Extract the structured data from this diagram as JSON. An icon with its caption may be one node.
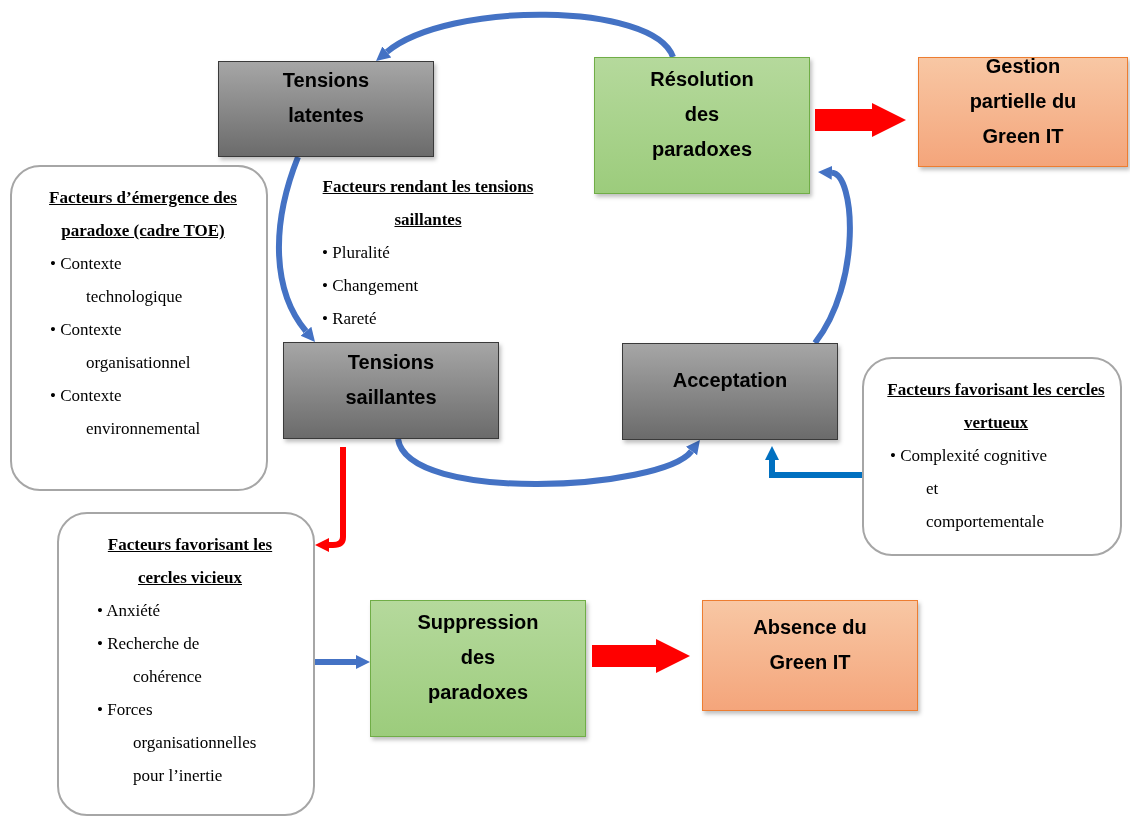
{
  "diagram": {
    "nodes": [
      {
        "text": [
          "Tensions latentes"
        ]
      },
      {
        "text": [
          "Résolution des paradoxes"
        ]
      },
      {
        "text": [
          "Gestion partielle du Green IT"
        ]
      },
      {
        "text": [
          "Facteurs d’émergence des paradoxe (cadre TOE)",
          "• Contexte technologique",
          "• Contexte organisationnel",
          "• Contexte environnemental"
        ]
      },
      {
        "text": [
          "Tensions saillantes"
        ]
      },
      {
        "text": [
          "Acceptation"
        ]
      },
      {
        "text": [
          "Facteurs favorisant les cercles vertueux",
          "• Complexité cognitive et comportementale"
        ]
      },
      {
        "text": [
          "Facteurs favorisant les cercles vicieux",
          "• Anxiété",
          "• Recherche de cohérence",
          "• Forces organisationnelles pour l’inertie"
        ]
      },
      {
        "text": [
          "Suppression des paradoxes"
        ]
      },
      {
        "text": [
          "Absence du Green IT"
        ]
      }
    ],
    "edges": [
      {
        "from": 1,
        "to": 0,
        "arrow": "to"
      },
      {
        "from": 0,
        "to": 4,
        "arrow": "to"
      },
      {
        "from": 4,
        "to": 5,
        "arrow": "to"
      },
      {
        "from": 5,
        "to": 1,
        "arrow": "to"
      },
      {
        "from": 1,
        "to": 2,
        "arrow": "to",
        "style": "thick",
        "color": "#ff0000"
      },
      {
        "from": 4,
        "to": 7,
        "arrow": "to",
        "color": "#ff0000"
      },
      {
        "from": 6,
        "to": 5,
        "arrow": "to",
        "color": "#0070c0"
      },
      {
        "from": 7,
        "to": 8,
        "arrow": "to"
      },
      {
        "from": 8,
        "to": 9,
        "arrow": "to",
        "style": "thick",
        "color": "#ff0000"
      }
    ],
    "labels": [
      "Facteurs rendant les tensions saillantes",
      "• Pluralité",
      "• Changement",
      "• Rareté"
    ]
  }
}
